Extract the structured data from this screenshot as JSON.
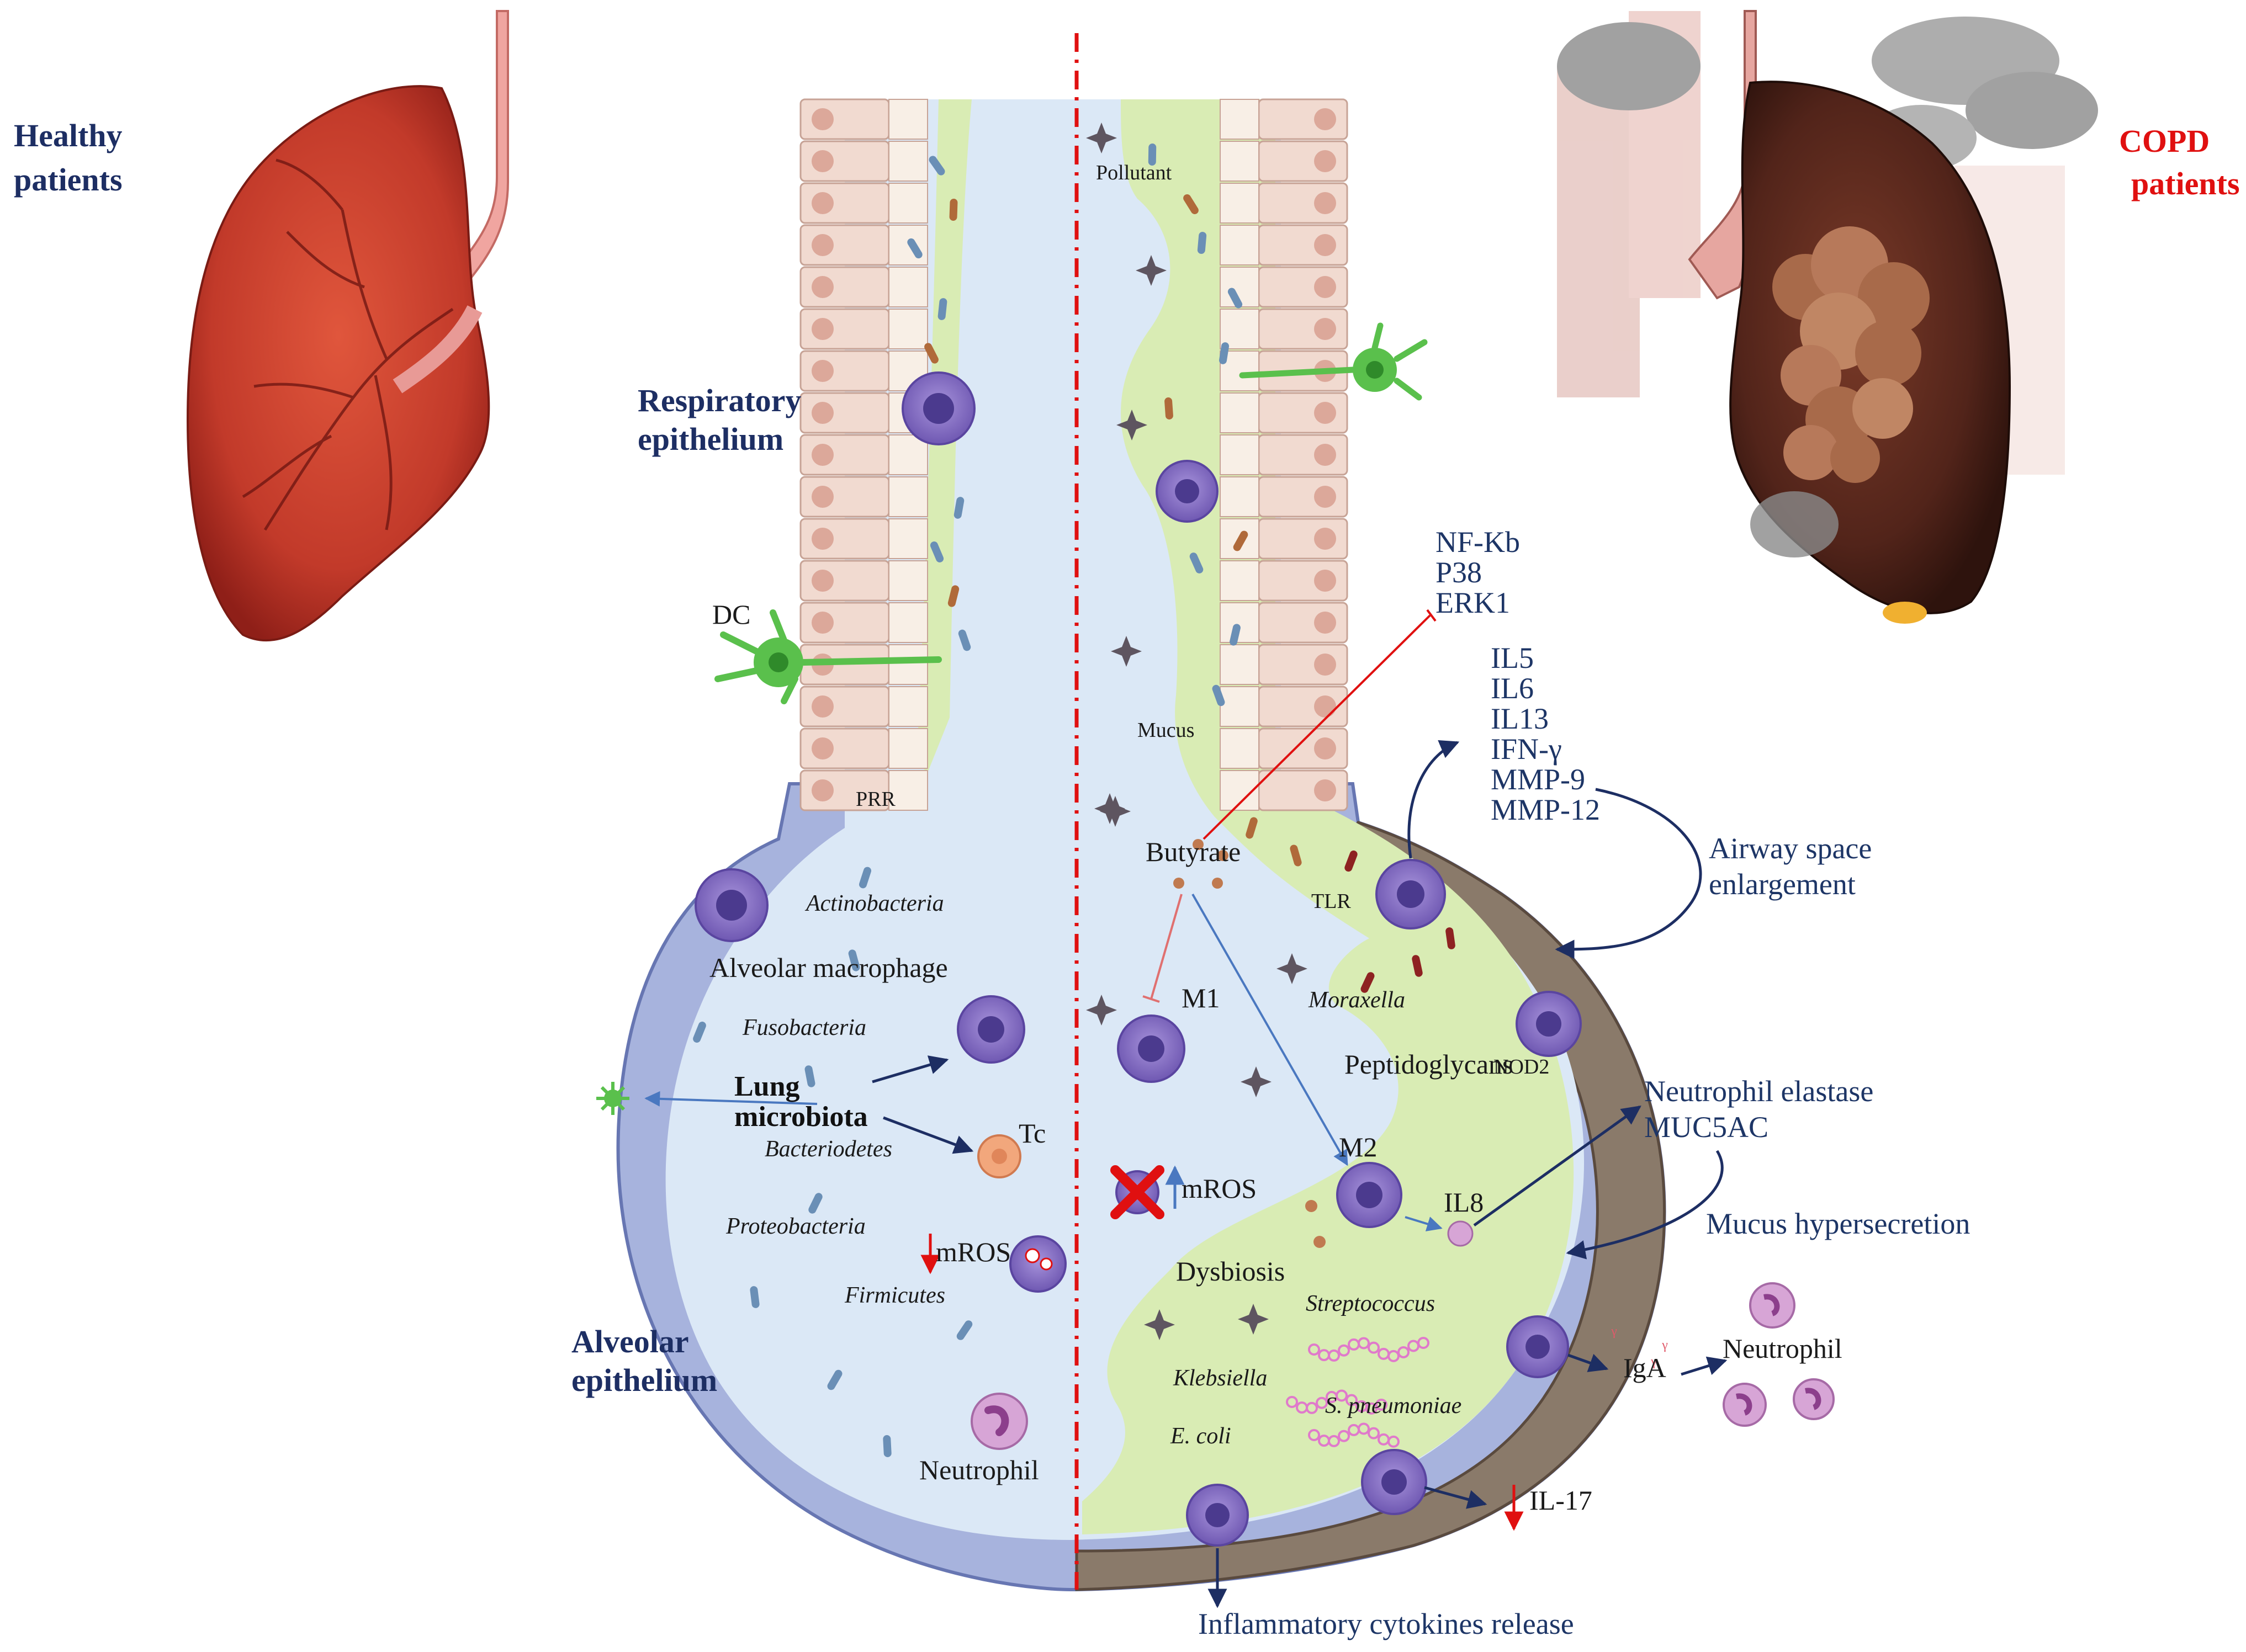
{
  "labels": {
    "healthy": [
      "Healthy",
      "patients"
    ],
    "copd": [
      "COPD",
      "patients"
    ],
    "respiratory_epithelium": [
      "Respiratory",
      "epithelium"
    ],
    "alveolar_epithelium": [
      "Alveolar",
      "epithelium"
    ],
    "dc": "DC",
    "prr": "PRR",
    "pollutant": "Pollutant",
    "mucus": "Mucus",
    "butyrate": "Butyrate",
    "tlr": "TLR",
    "actinobacteria": "Actinobacteria",
    "alveolar_macrophage": "Alveolar macrophage",
    "fusobacteria": "Fusobacteria",
    "lung_microbiota": [
      "Lung",
      "microbiota"
    ],
    "bacteriodetes": "Bacteriodetes",
    "tc": "Tc",
    "proteobacteria": "Proteobacteria",
    "mros": "mROS",
    "firmicutes": "Firmicutes",
    "neutrophil": "Neutrophil",
    "m1": "M1",
    "m2": "M2",
    "mros_copd": "mROS",
    "dysbiosis": "Dysbiosis",
    "il8": "IL8",
    "moraxella": "Moraxella",
    "peptidoglycans": "Peptidoglycans",
    "nod2": "NOD2",
    "streptococcus": "Streptococcus",
    "klebsiella": "Klebsiella",
    "s_pneumoniae": "S. pneumoniae",
    "e_coli": "E. coli",
    "iga": "IgA",
    "neutrophil_right": "Neutrophil",
    "il17": "IL-17",
    "inflammatory": "Inflammatory cytokines release",
    "airway": [
      "Airway space",
      "enlargement"
    ],
    "mucus_hyper": "Mucus hypersecretion",
    "neutrophil_elastase": [
      "Neutrophil elastase",
      "MUC5AC"
    ],
    "signaling": [
      "NF-Kb",
      "P38",
      "ERK1"
    ],
    "cytokines": [
      "IL5",
      "IL6",
      "IL13",
      "IFN-γ",
      "MMP-9",
      "MMP-12"
    ]
  },
  "colors": {
    "navy": "#1d2e63",
    "red": "#e01010",
    "lumen": "#dbe8f6",
    "mucus": "#d9ecb4",
    "epithelium": "#f1dad0",
    "macrophage": "#8c73c6",
    "neutrophil": "#c07cc4",
    "dc": "#5ac04c"
  }
}
